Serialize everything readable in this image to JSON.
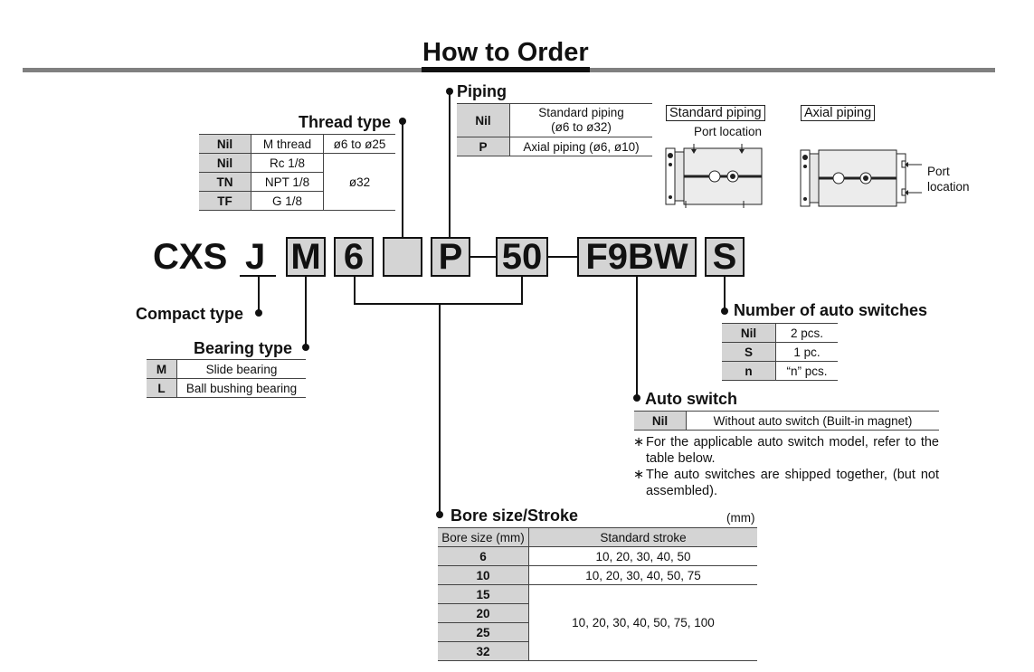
{
  "title": "How to Order",
  "model": {
    "prefix": "CXS",
    "j": "J",
    "bearing": "M",
    "bore": "6",
    "thread": "",
    "piping": "P",
    "stroke": "50",
    "switch": "F9BW",
    "qty": "S"
  },
  "thread": {
    "title": "Thread type",
    "rows": [
      {
        "code": "Nil",
        "type": "M thread",
        "size": "ø6 to ø25"
      },
      {
        "code": "Nil",
        "type": "Rc 1/8"
      },
      {
        "code": "TN",
        "type": "NPT 1/8"
      },
      {
        "code": "TF",
        "type": "G 1/8"
      }
    ],
    "merged_size": "ø32"
  },
  "piping": {
    "title": "Piping",
    "rows": [
      {
        "code": "Nil",
        "desc_line1": "Standard piping",
        "desc_line2": "(ø6 to ø32)"
      },
      {
        "code": "P",
        "desc": "Axial piping (ø6, ø10)"
      }
    ],
    "diagram_standard": {
      "label": "Standard piping",
      "port": "Port location"
    },
    "diagram_axial": {
      "label": "Axial piping",
      "port_line1": "Port",
      "port_line2": "location"
    }
  },
  "compact": {
    "title": "Compact type"
  },
  "bearing": {
    "title": "Bearing type",
    "rows": [
      {
        "code": "M",
        "desc": "Slide bearing"
      },
      {
        "code": "L",
        "desc": "Ball bushing bearing"
      }
    ]
  },
  "switches": {
    "title": "Number of auto switches",
    "rows": [
      {
        "code": "Nil",
        "desc": "2 pcs."
      },
      {
        "code": "S",
        "desc": "1 pc."
      },
      {
        "code": "n",
        "desc": "“n” pcs."
      }
    ]
  },
  "auto": {
    "title": "Auto switch",
    "row": {
      "code": "Nil",
      "desc": "Without auto switch (Built-in magnet)"
    },
    "notes": [
      "For the applicable auto switch model, refer to the table below.",
      "The auto switches are shipped together, (but not assembled)."
    ],
    "note_mark": "∗"
  },
  "bore": {
    "title": "Bore size/Stroke",
    "unit": "(mm)",
    "col1": "Bore size (mm)",
    "col2": "Standard stroke",
    "rows": [
      {
        "size": "6",
        "stroke": "10, 20, 30, 40, 50"
      },
      {
        "size": "10",
        "stroke": "10, 20, 30, 40, 50, 75"
      },
      {
        "size": "15"
      },
      {
        "size": "20"
      },
      {
        "size": "25"
      },
      {
        "size": "32"
      }
    ],
    "merged_stroke": "10, 20, 30, 40, 50, 75, 100"
  }
}
